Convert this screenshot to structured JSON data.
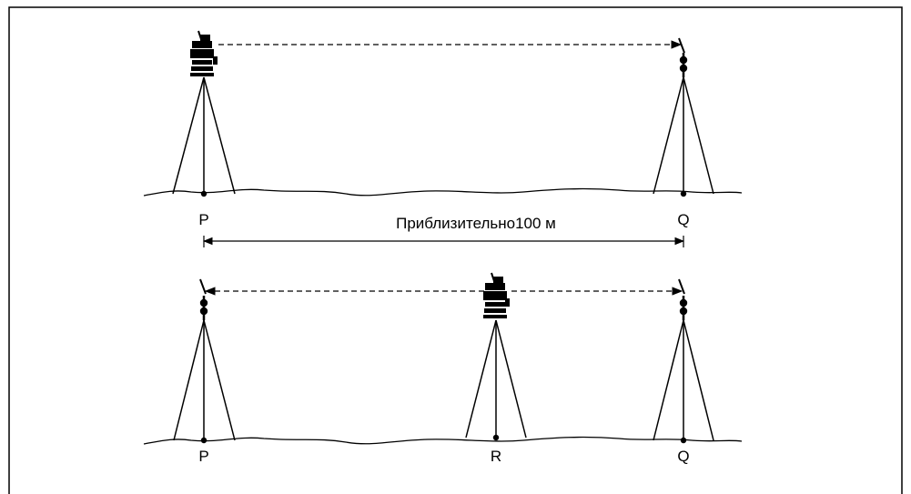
{
  "diagram": {
    "top": {
      "left_point": "P",
      "right_point": "Q",
      "distance_label": "Приблизительно100 м"
    },
    "bottom": {
      "left_point": "P",
      "middle_point": "R",
      "right_point": "Q"
    }
  }
}
